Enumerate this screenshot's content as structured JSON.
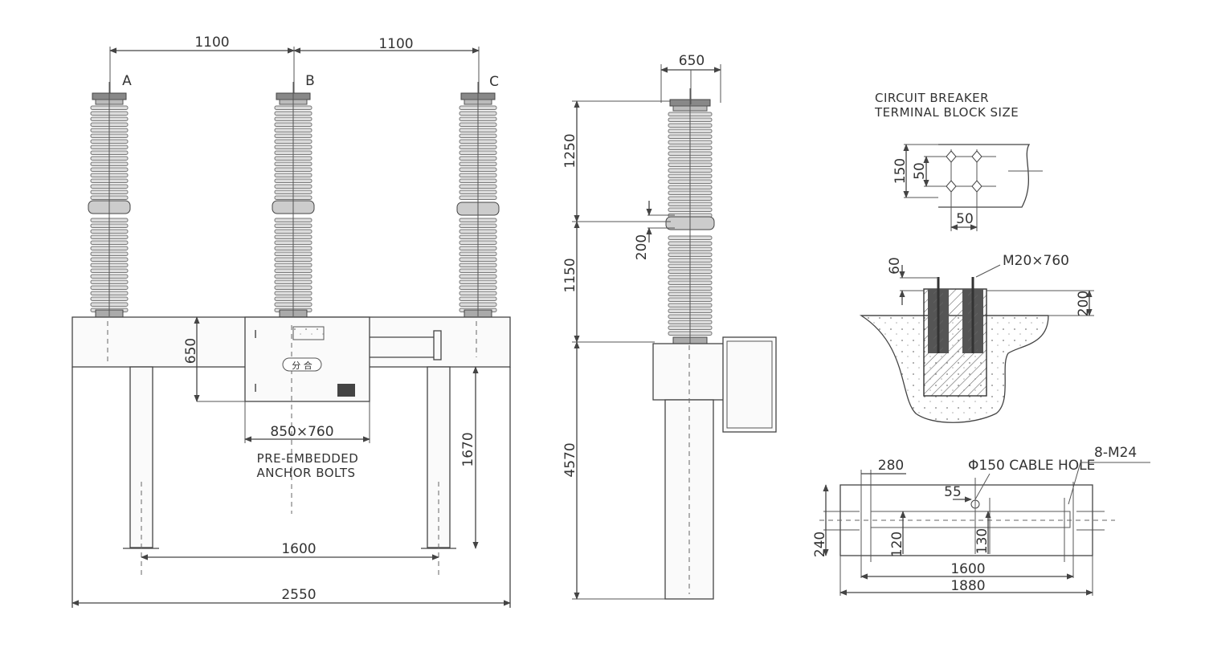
{
  "front_view": {
    "dims": {
      "pole_spacing_ab": "1100",
      "pole_spacing_bc": "1100",
      "mechanism_height": "650",
      "base_opening": "850×760",
      "support_height": "1670",
      "leg_spacing": "1600",
      "overall_width": "2550"
    },
    "phase_labels": [
      "A",
      "B",
      "C"
    ],
    "anchor_note_line1": "PRE-EMBEDDED",
    "anchor_note_line2": "ANCHOR BOLTS",
    "panel_marks": {
      "left": "I",
      "right": "I",
      "badge": "分 合"
    }
  },
  "side_view": {
    "dims": {
      "top_width": "650",
      "upper_height": "1250",
      "flange_height": "200",
      "lower_height": "1150",
      "support_height": "4570"
    }
  },
  "terminal_block": {
    "title_line1": "CIRCUIT BREAKER",
    "title_line2": "TERMINAL BLOCK SIZE",
    "dims": {
      "height": "150",
      "hole_spacing_v": "50",
      "hole_spacing_h": "50"
    }
  },
  "foundation": {
    "bolt_label": "M20×760",
    "dims": {
      "bolt_projection": "60",
      "embed_depth": "200"
    }
  },
  "plan_view": {
    "dims": {
      "edge_offset": "280",
      "cable_hole": "Φ150 CABLE HOLE",
      "bolt_spec": "8-M24",
      "hole_offset": "55",
      "width": "240",
      "left_slot": "120",
      "center_slot": "130",
      "bolt_spacing": "1600",
      "overall_length": "1880"
    }
  }
}
